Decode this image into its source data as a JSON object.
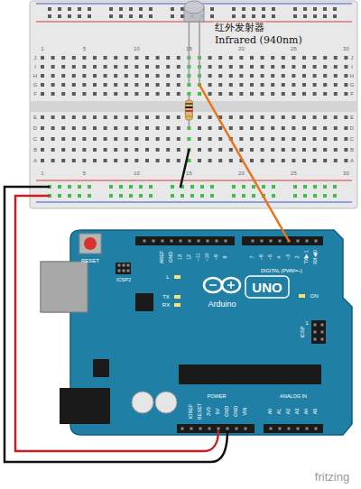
{
  "diagram": {
    "labels": [
      "红外发射器",
      "Infrared (940nm)",
      "1",
      "5",
      "10",
      "15",
      "20",
      "25",
      "30",
      "1",
      "5",
      "10",
      "15",
      "20",
      "25",
      "30",
      "J",
      "I",
      "H",
      "G",
      "F",
      "E",
      "D",
      "C",
      "B",
      "A",
      "J",
      "I",
      "H",
      "G",
      "F",
      "E",
      "D",
      "C",
      "B",
      "A",
      "RESET",
      "ICSP2",
      "AREF",
      "GND",
      "13",
      "12",
      "~11",
      "~10",
      "~9",
      "8",
      "7",
      "~6",
      "~5",
      "4",
      "~3",
      "2",
      "TX▶1",
      "RX◀0",
      "DIGITAL (PWM=~)",
      "L",
      "TX",
      "RX",
      "UNO",
      "Arduino",
      "ON",
      "ICSP",
      "1",
      "IOREF",
      "RESET",
      "3V3",
      "5V",
      "GND",
      "GND",
      "VIN",
      "POWER",
      "ANALOG IN",
      "A0",
      "A1",
      "A2",
      "A3",
      "A4",
      "A5",
      "fritzing"
    ]
  }
}
